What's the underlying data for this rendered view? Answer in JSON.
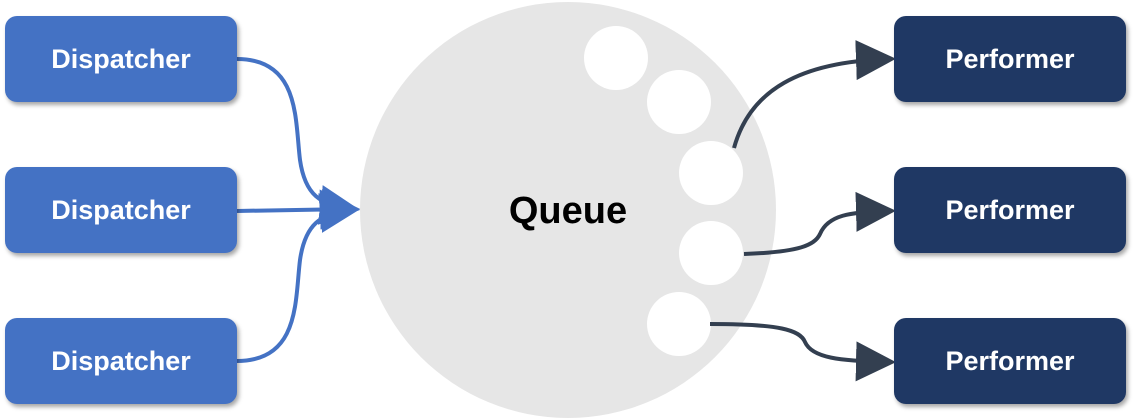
{
  "diagram": {
    "queue": {
      "label": "Queue"
    },
    "dispatchers": [
      {
        "label": "Dispatcher"
      },
      {
        "label": "Dispatcher"
      },
      {
        "label": "Dispatcher"
      }
    ],
    "performers": [
      {
        "label": "Performer"
      },
      {
        "label": "Performer"
      },
      {
        "label": "Performer"
      }
    ],
    "colors": {
      "dispatcher": "#4472c4",
      "performer": "#1f3864",
      "queue": "#e6e6e6",
      "slot": "#ffffff",
      "dispatch_arrow": "#4472c4",
      "perform_arrow": "#333f50"
    }
  }
}
